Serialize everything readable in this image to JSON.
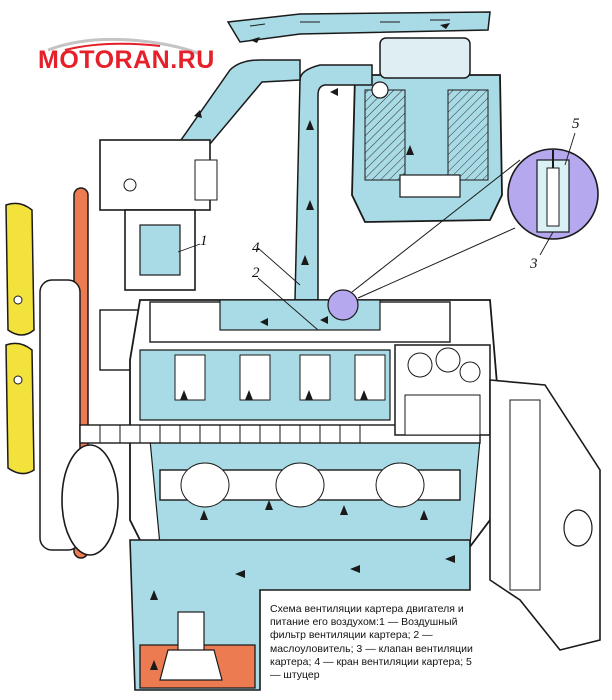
{
  "logo": {
    "text": "MOTORAN.RU"
  },
  "caption": "Схема вентиляции картера двигателя и питание его воздухом:1 — Воздушный фильтр вентиляции картера; 2 — маслоуловитель; 3 — клапан вентиляции картера; 4 — кран вентиляции картера; 5 — штуцер",
  "labels": {
    "l1": "1",
    "l2": "2",
    "l3": "3",
    "l4": "4",
    "l5": "5"
  },
  "colors": {
    "air": "#a9dbe6",
    "oil": "#ec7b52",
    "fan": "#f3e23c",
    "highlight": "#b6a8ee",
    "line": "#1a1a1a"
  }
}
